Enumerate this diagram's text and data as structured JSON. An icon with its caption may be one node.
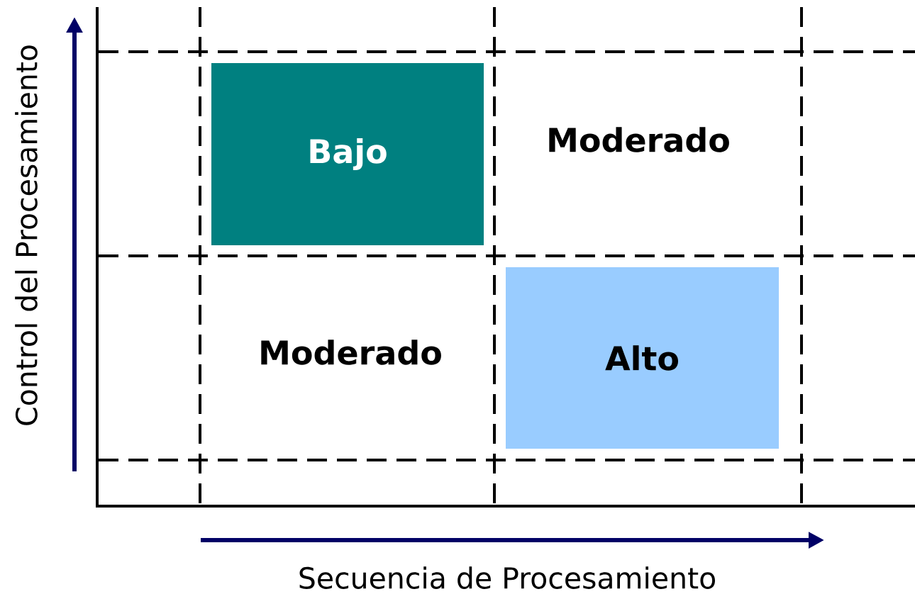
{
  "diagram": {
    "nodes": [
      {
        "text": [
          "Bajo"
        ]
      },
      {
        "text": [
          "Alto"
        ]
      }
    ],
    "labels": [
      "Control del Procesamiento",
      "Moderado",
      "Moderado",
      "Secuencia de Procesamiento"
    ]
  }
}
